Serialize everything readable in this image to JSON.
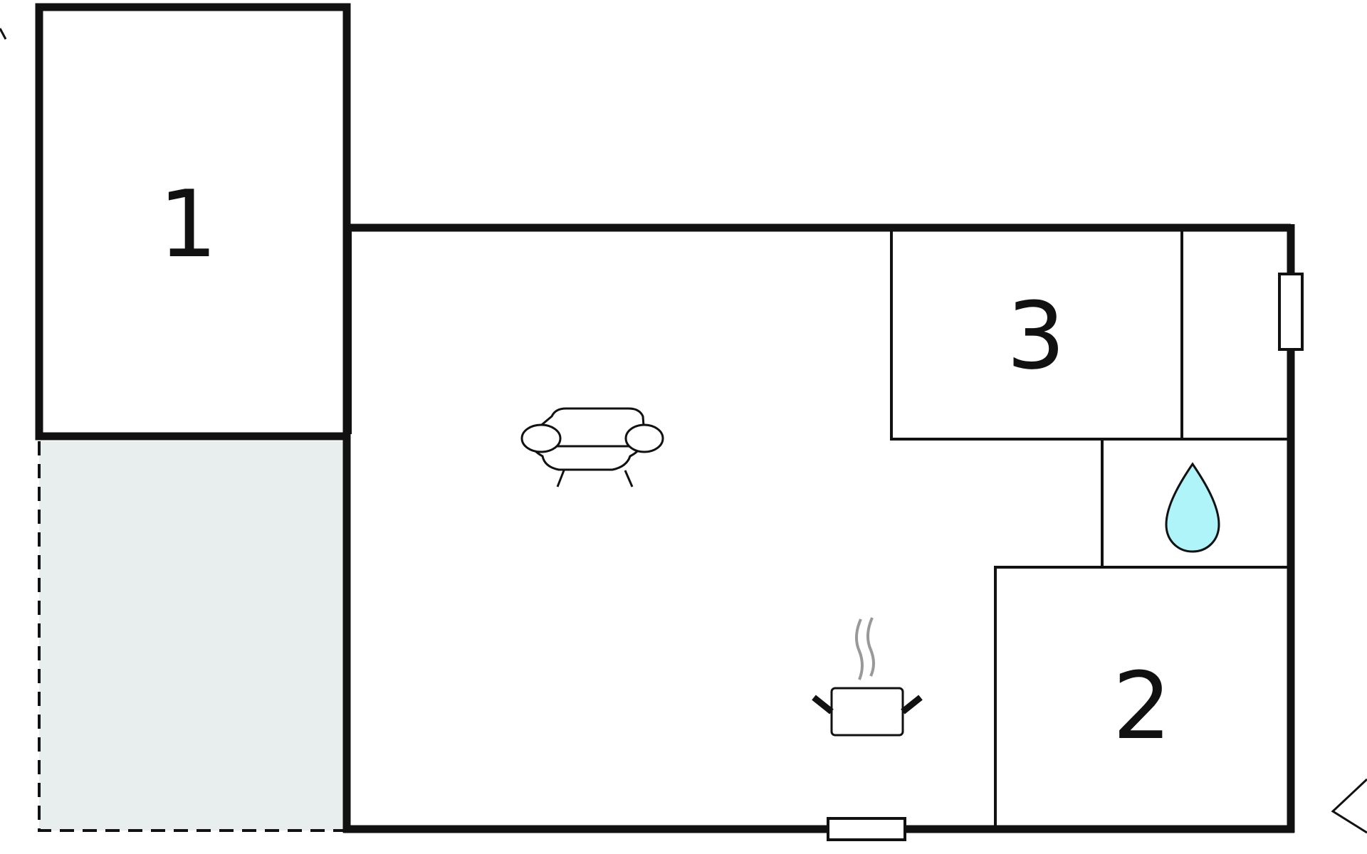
{
  "plan": {
    "room_labels": {
      "room_1": "1",
      "room_2": "2",
      "room_3": "3"
    },
    "icons": {
      "living_room": "sofa-icon",
      "kitchen": "cooking-pot-icon",
      "bathroom": "water-drop-icon",
      "window": "window-icon"
    },
    "colors": {
      "walls": "#111111",
      "terrace_fill": "#e8eeed",
      "terrace_border": "#111111",
      "water_drop": "#aef4f8",
      "steam": "#999999"
    }
  }
}
